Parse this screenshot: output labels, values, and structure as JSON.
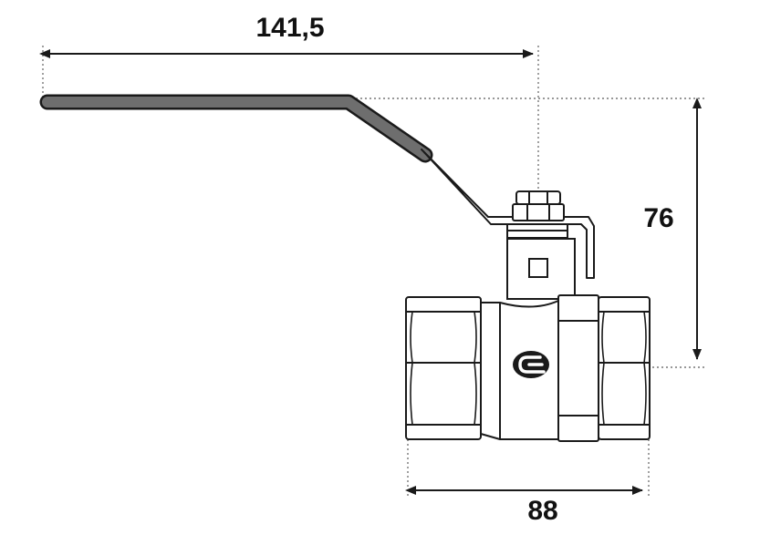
{
  "dimensions": {
    "handle_length": "141,5",
    "height": "76",
    "body_length": "88"
  },
  "colors": {
    "ink": "#1a1a1a",
    "handle_coating": "#6e6e6e",
    "leader": "#777777"
  },
  "logo": {
    "icon": "cp-brand-logo-icon"
  }
}
